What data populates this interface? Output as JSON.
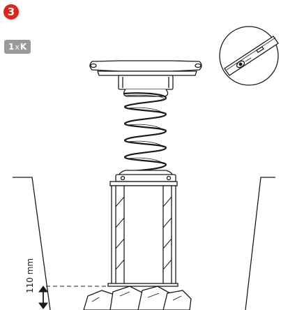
{
  "step": {
    "number": "3",
    "color": "#e2231a"
  },
  "quantity": {
    "count": "1",
    "multiplier": "x",
    "part": "K"
  },
  "dimension": {
    "label": "110 mm"
  },
  "icons": [
    "step-number-badge",
    "spirit-level-icon",
    "spring-post-assembly",
    "ground-pit",
    "stones"
  ]
}
